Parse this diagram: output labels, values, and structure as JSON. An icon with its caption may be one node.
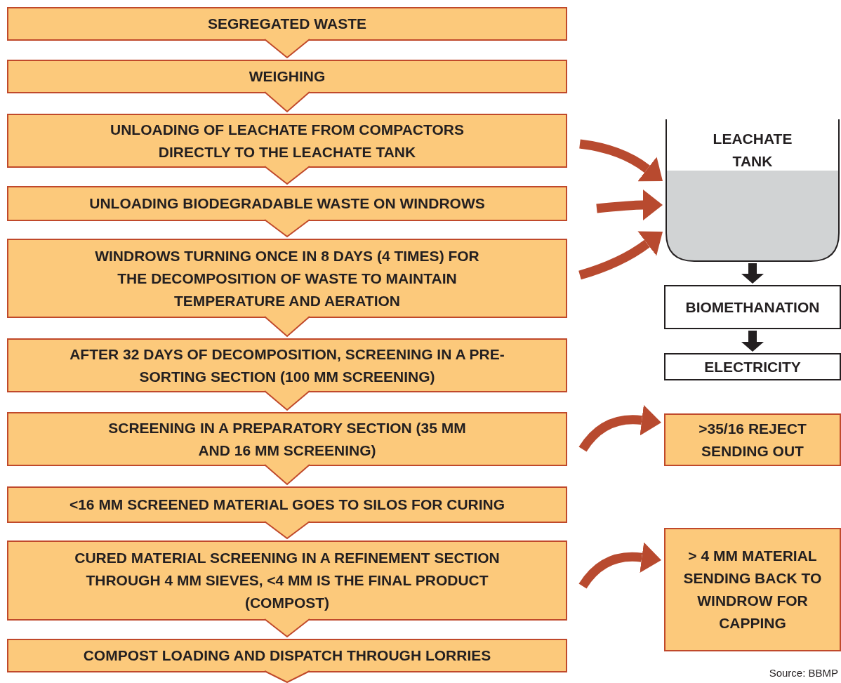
{
  "diagram": {
    "nodes": [
      {
        "text": [
          "SEGREGATED WASTE"
        ]
      },
      {
        "text": [
          "WEIGHING"
        ]
      },
      {
        "text": [
          "UNLOADING OF LEACHATE FROM COMPACTORS DIRECTLY TO THE LEACHATE TANK"
        ]
      },
      {
        "text": [
          "UNLOADING BIODEGRADABLE WASTE ON WINDROWS"
        ]
      },
      {
        "text": [
          "WINDROWS TURNING ONCE IN 8 DAYS (4 TIMES) FOR THE DECOMPOSITION OF WASTE TO MAINTAIN TEMPERATURE AND AERATION"
        ]
      },
      {
        "text": [
          "AFTER 32 DAYS OF DECOMPOSITION, SCREENING IN A PRE-SORTING SECTION (100 MM SCREENING)"
        ]
      },
      {
        "text": [
          "SCREENING IN A PREPARATORY SECTION (35 MM AND 16 MM SCREENING)"
        ]
      },
      {
        "text": [
          "<16 MM SCREENED MATERIAL GOES TO SILOS FOR CURING"
        ]
      },
      {
        "text": [
          "CURED MATERIAL SCREENING IN A REFINEMENT SECTION THROUGH 4 MM SIEVES, <4 MM IS THE FINAL PRODUCT (COMPOST)"
        ]
      },
      {
        "text": [
          "COMPOST LOADING AND DISPATCH THROUGH LORRIES"
        ]
      },
      {
        "text": [
          "LEACHATE TANK"
        ]
      },
      {
        "text": [
          "BIOMETHANATION"
        ]
      },
      {
        "text": [
          "ELECTRICITY"
        ]
      },
      {
        "text": [
          ">35/16 REJECT SENDING OUT"
        ]
      },
      {
        "text": [
          "> 4 MM MATERIAL SENDING BACK TO WINDROW FOR CAPPING"
        ]
      }
    ],
    "edges": [
      {
        "from": 0,
        "to": 1,
        "arrow": "to"
      },
      {
        "from": 1,
        "to": 2,
        "arrow": "to"
      },
      {
        "from": 2,
        "to": 3,
        "arrow": "to"
      },
      {
        "from": 3,
        "to": 4,
        "arrow": "to"
      },
      {
        "from": 4,
        "to": 5,
        "arrow": "to"
      },
      {
        "from": 5,
        "to": 6,
        "arrow": "to"
      },
      {
        "from": 6,
        "to": 7,
        "arrow": "to"
      },
      {
        "from": 7,
        "to": 8,
        "arrow": "to"
      },
      {
        "from": 8,
        "to": 9,
        "arrow": "to"
      },
      {
        "from": 9,
        "to": null,
        "arrow": "to"
      },
      {
        "from": 2,
        "to": 10,
        "arrow": "to",
        "style": "thick",
        "color": "#b84a2f"
      },
      {
        "from": 3,
        "to": 10,
        "arrow": "to",
        "style": "thick",
        "color": "#b84a2f"
      },
      {
        "from": 4,
        "to": 10,
        "arrow": "to",
        "style": "thick",
        "color": "#b84a2f"
      },
      {
        "from": 6,
        "to": 13,
        "arrow": "to",
        "style": "thick",
        "color": "#b84a2f"
      },
      {
        "from": 8,
        "to": 14,
        "arrow": "to",
        "style": "thick",
        "color": "#b84a2f"
      },
      {
        "from": 10,
        "to": 11,
        "arrow": "to",
        "style": "thick",
        "color": "#231f20"
      },
      {
        "from": 11,
        "to": 12,
        "arrow": "to",
        "style": "thick",
        "color": "#231f20"
      }
    ],
    "labels": [
      "Source: BBMP"
    ]
  }
}
